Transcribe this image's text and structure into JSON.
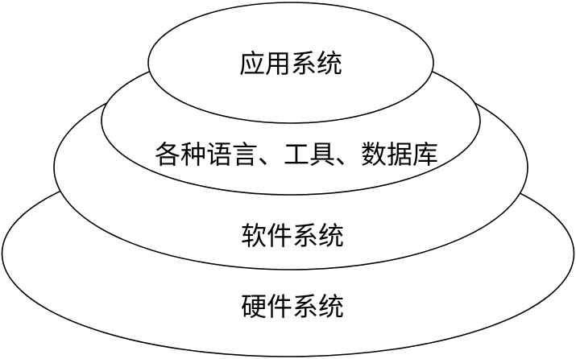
{
  "diagram": {
    "layers": [
      {
        "id": "hardware",
        "label": "硬件系统"
      },
      {
        "id": "software",
        "label": "软件系统"
      },
      {
        "id": "tools",
        "label": "各种语言、工具、数据库"
      },
      {
        "id": "application",
        "label": "应用系统"
      }
    ]
  }
}
